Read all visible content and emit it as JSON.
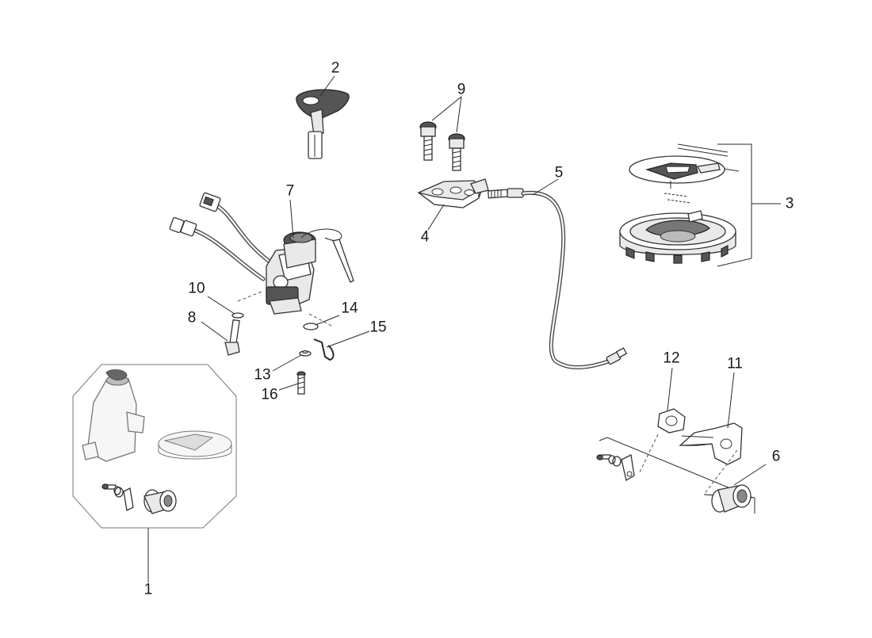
{
  "diagram": {
    "callouts": [
      {
        "id": "c1",
        "text": "1"
      },
      {
        "id": "c2",
        "text": "2"
      },
      {
        "id": "c3",
        "text": "3"
      },
      {
        "id": "c4",
        "text": "4"
      },
      {
        "id": "c5",
        "text": "5"
      },
      {
        "id": "c6",
        "text": "6"
      },
      {
        "id": "c7",
        "text": "7"
      },
      {
        "id": "c8",
        "text": "8"
      },
      {
        "id": "c9",
        "text": "9"
      },
      {
        "id": "c10",
        "text": "10"
      },
      {
        "id": "c11",
        "text": "11"
      },
      {
        "id": "c12",
        "text": "12"
      },
      {
        "id": "c13",
        "text": "13"
      },
      {
        "id": "c14",
        "text": "14"
      },
      {
        "id": "c15",
        "text": "15"
      },
      {
        "id": "c16",
        "text": "16"
      }
    ],
    "colors": {
      "line": "#2a2a2a",
      "part_fill": "#e9e9e9",
      "dark_fill": "#555555",
      "background": "#ffffff"
    }
  }
}
